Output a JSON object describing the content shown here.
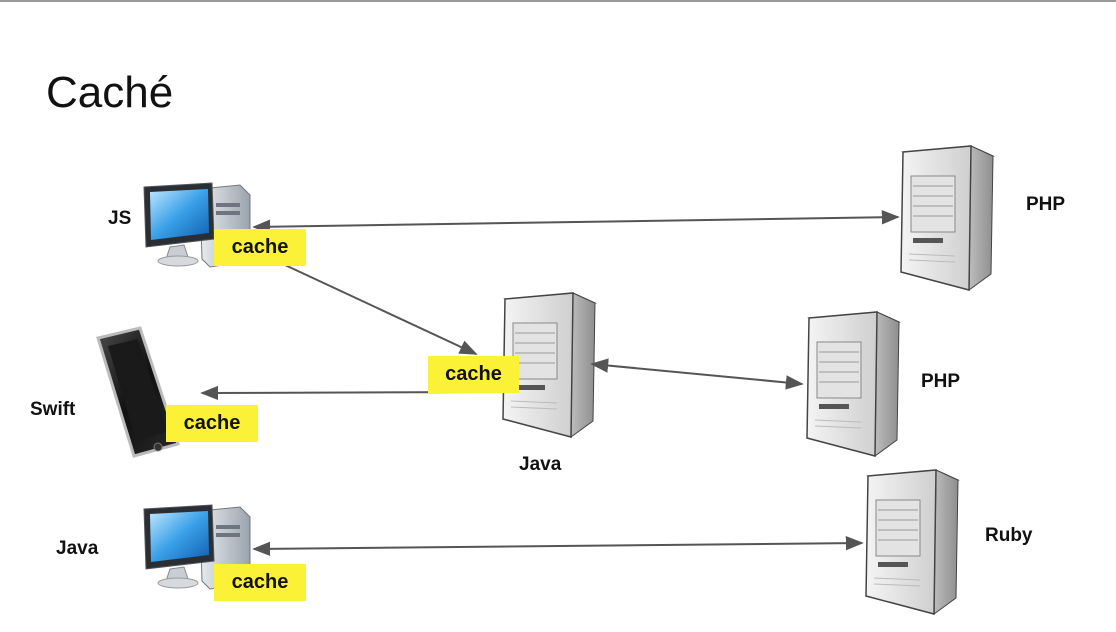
{
  "slide": {
    "title": "Caché"
  },
  "colors": {
    "cache_highlight": "#fbf237",
    "arrow": "#555555"
  },
  "clients": [
    {
      "label": "JS",
      "icon": "desktop-computer-icon",
      "cache_label": "cache"
    },
    {
      "label": "Swift",
      "icon": "smartphone-icon",
      "cache_label": "cache"
    },
    {
      "label": "Java",
      "icon": "desktop-computer-icon",
      "cache_label": "cache"
    }
  ],
  "servers": [
    {
      "label": "PHP",
      "icon": "server-tower-icon"
    },
    {
      "label": "Java",
      "icon": "server-tower-icon",
      "cache_label": "cache"
    },
    {
      "label": "PHP",
      "icon": "server-tower-icon"
    },
    {
      "label": "Ruby",
      "icon": "server-tower-icon"
    }
  ]
}
